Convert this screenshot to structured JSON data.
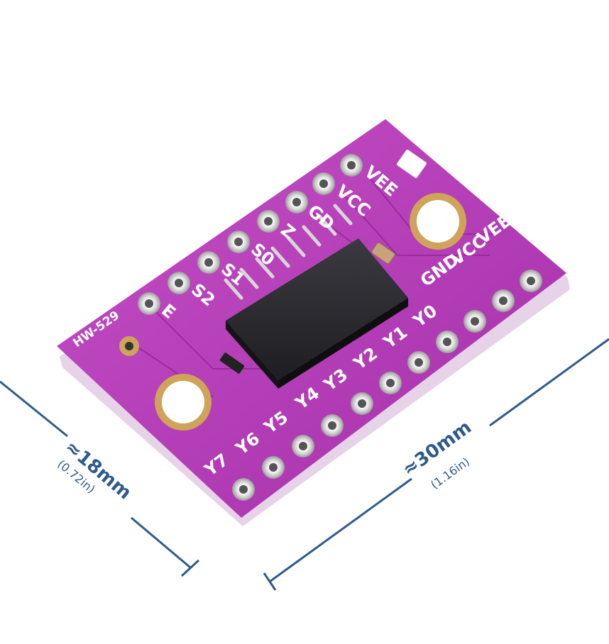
{
  "board": {
    "model": "HW-529",
    "pins_top": [
      "VEE",
      "VCC",
      "GD",
      "Z",
      "S0",
      "S1",
      "S2",
      "E"
    ],
    "pins_right": [
      "VEE",
      "VCC",
      "GND",
      "Y0",
      "Y1",
      "Y2",
      "Y3",
      "Y4",
      "Y5",
      "Y6",
      "Y7"
    ]
  },
  "dimensions": {
    "width_mm": "≈18mm",
    "width_in": "(0.72in)",
    "length_mm": "≈30mm",
    "length_in": "(1.16in)"
  },
  "colors": {
    "pcb": "#b43ab8",
    "pcb_edge": "#e9d8ea",
    "chip": "#2a2a2e",
    "dim_line": "#2f5a8a"
  }
}
